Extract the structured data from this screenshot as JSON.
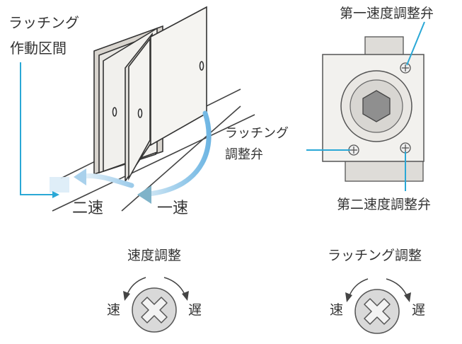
{
  "colors": {
    "callout_line": "#2aa8d6",
    "arc_start": "#cfe6f4",
    "arc_end": "#6fb6e3",
    "arc_head_accent": "#7fb87f",
    "text": "#333333",
    "panel_fill": "#f2f1ee",
    "knob_fill": "#d9d9d9"
  },
  "labels": {
    "latching_zone": [
      "ラッチング",
      "作動区間"
    ],
    "speed_two": "二速",
    "speed_one": "一速",
    "latching_valve": [
      "ラッチング",
      "調整弁"
    ],
    "first_speed_valve": "第一速度調整弁",
    "second_speed_valve": "第二速度調整弁",
    "speed_adjust_title": "速度調整",
    "latching_adjust_title": "ラッチング調整",
    "fast": "速",
    "slow": "遅"
  },
  "icons": {
    "door_closer_illustration": "door-closing-diagram",
    "valve_body": "hex-valve-body",
    "adjust_knob": "cross-slot-screw-knob"
  }
}
